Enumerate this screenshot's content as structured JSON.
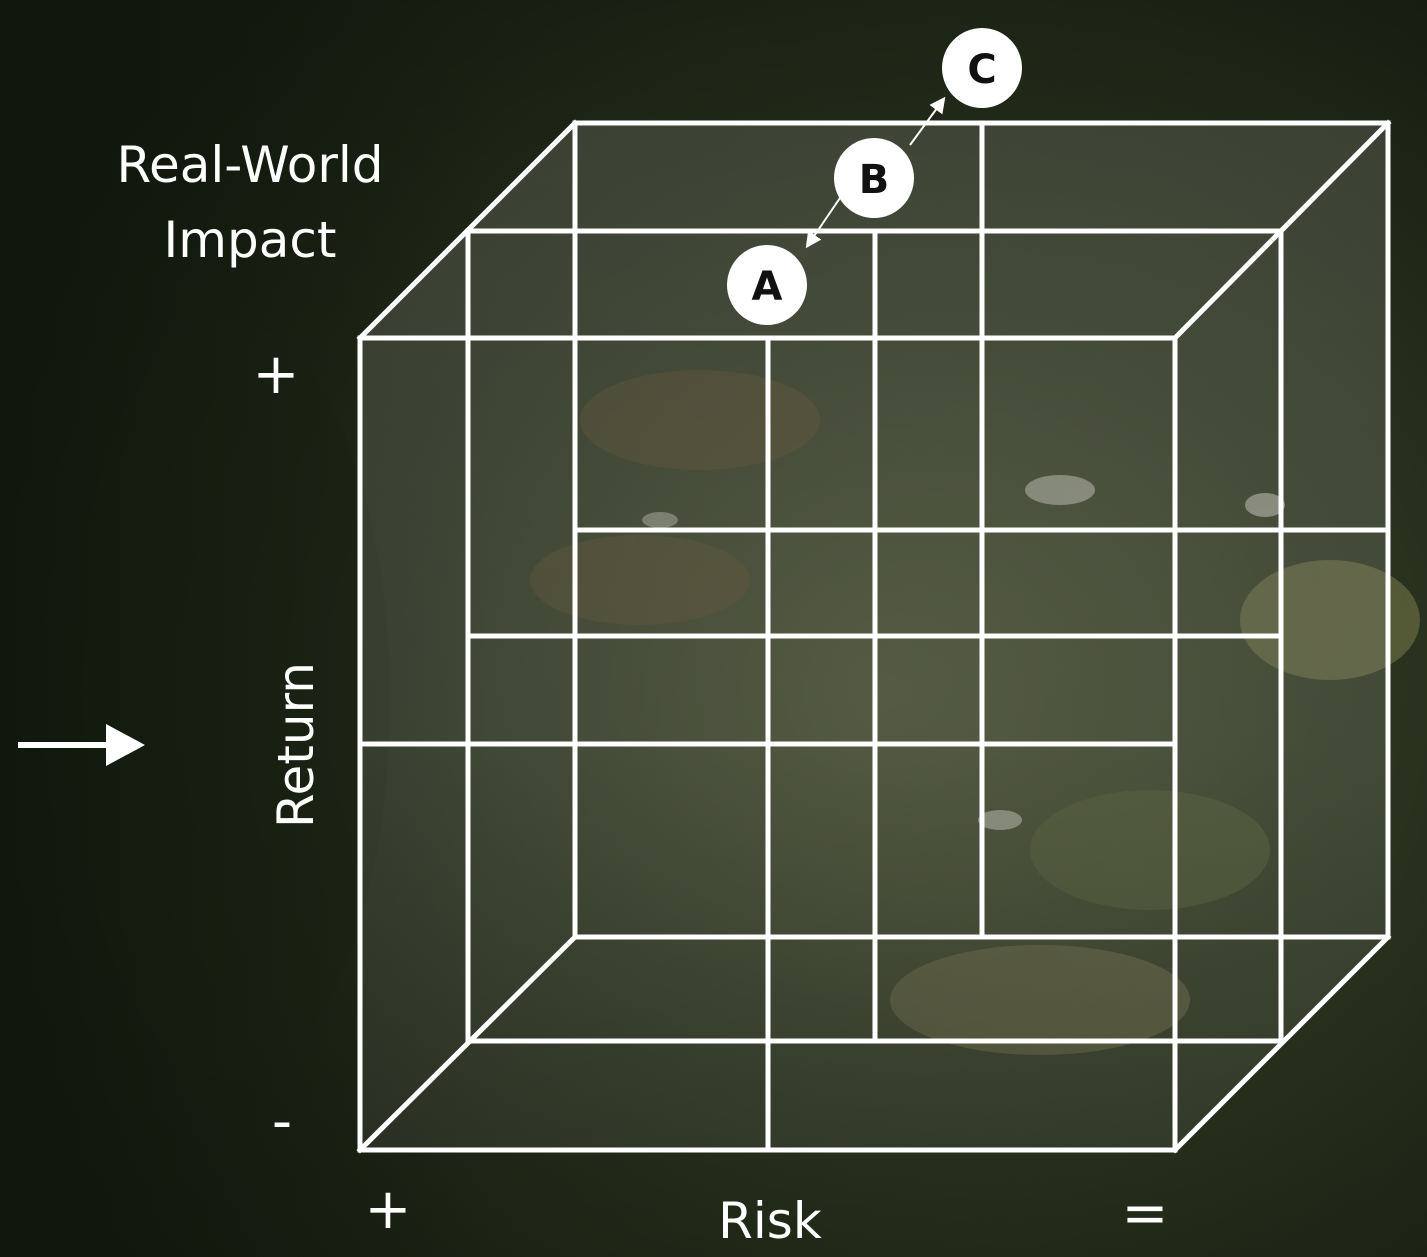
{
  "diagram": {
    "axes": {
      "z_title": "Real-World Impact",
      "z_title_line1": "Real-World",
      "z_title_line2": "Impact",
      "y_title": "Return",
      "x_title": "Risk",
      "y_high_mark": "+",
      "y_low_mark": "-",
      "x_left_mark": "+",
      "x_right_mark": "="
    },
    "nodes": [
      {
        "id": "A",
        "label": "A"
      },
      {
        "id": "B",
        "label": "B"
      },
      {
        "id": "C",
        "label": "C"
      }
    ],
    "colors": {
      "line": "#ffffff",
      "node_fill": "#ffffff",
      "node_text": "#111111",
      "background": "#1b2314"
    }
  }
}
